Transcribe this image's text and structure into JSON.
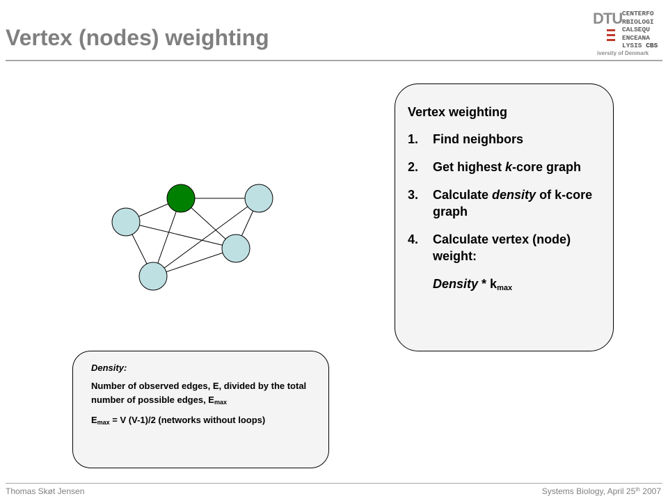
{
  "slide": {
    "title": "Vertex (nodes) weighting"
  },
  "logo": {
    "brand": "DTU",
    "grid_lines": [
      "CENTERFO",
      "RBIOLOGI",
      "CALSEQU",
      "ENCEANA",
      "LYSIS"
    ],
    "cbs": "CBS",
    "caption": "iversity of Denmark"
  },
  "weighting_box": {
    "heading": "Vertex weighting",
    "steps": [
      {
        "num": "1.",
        "pre": "Find neighbors",
        "em": "",
        "post": ""
      },
      {
        "num": "2.",
        "pre": "Get highest ",
        "em": "k",
        "post": "-core graph"
      },
      {
        "num": "3.",
        "pre": "Calculate ",
        "em": "density",
        "post": " of k-core graph"
      },
      {
        "num": "4.",
        "pre": "Calculate vertex (node) weight:",
        "em": "",
        "post": ""
      }
    ],
    "formula_main": "Density",
    "formula_op": " * k",
    "formula_sub": "max"
  },
  "density_box": {
    "label": "Density:",
    "text": "Number of observed edges, E, divided by the total number of possible edges, E",
    "text_sub": "max",
    "eq_lhs": "E",
    "eq_sub": "max",
    "eq_rhs": " = V (V-1)/2  (networks without loops)"
  },
  "graph": {
    "highlight_color": "#008000",
    "node_color": "#bfe0e3",
    "edge_color": "#000000",
    "highlighted_node": "top-center"
  },
  "footer": {
    "author": "Thomas Skøt Jensen",
    "event_pre": "Systems Biology, April 25",
    "event_sup": "th",
    "event_post": " 2007"
  }
}
